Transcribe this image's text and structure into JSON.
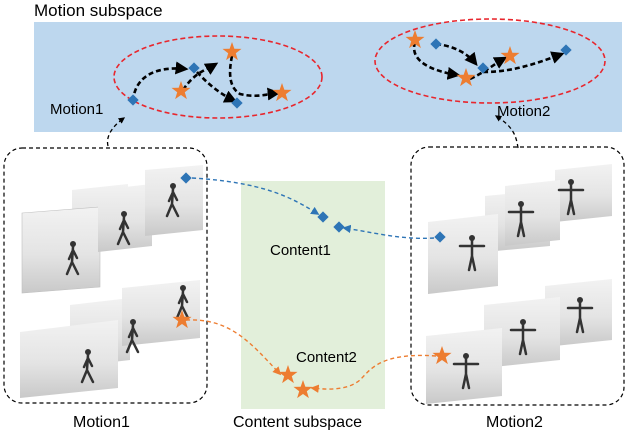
{
  "motion_subspace": {
    "title": "Motion subspace",
    "cluster_left_label": "Motion1",
    "cluster_right_label": "Motion2"
  },
  "content_subspace": {
    "title": "Content subspace",
    "label_1": "Content1",
    "label_2": "Content2"
  },
  "left_panel": {
    "label": "Motion1"
  },
  "right_panel": {
    "label": "Motion2"
  },
  "colors": {
    "motion_band": "#bdd7ee",
    "content_band": "#e2efda",
    "ellipse": "#e8262d",
    "diamond": "#2e75b6",
    "star": "#ed7d31",
    "frame_background": "#d9d9d9"
  },
  "icons": [
    "diamond-marker-icon",
    "star-marker-icon",
    "walking-person-icon",
    "standing-person-icon"
  ]
}
